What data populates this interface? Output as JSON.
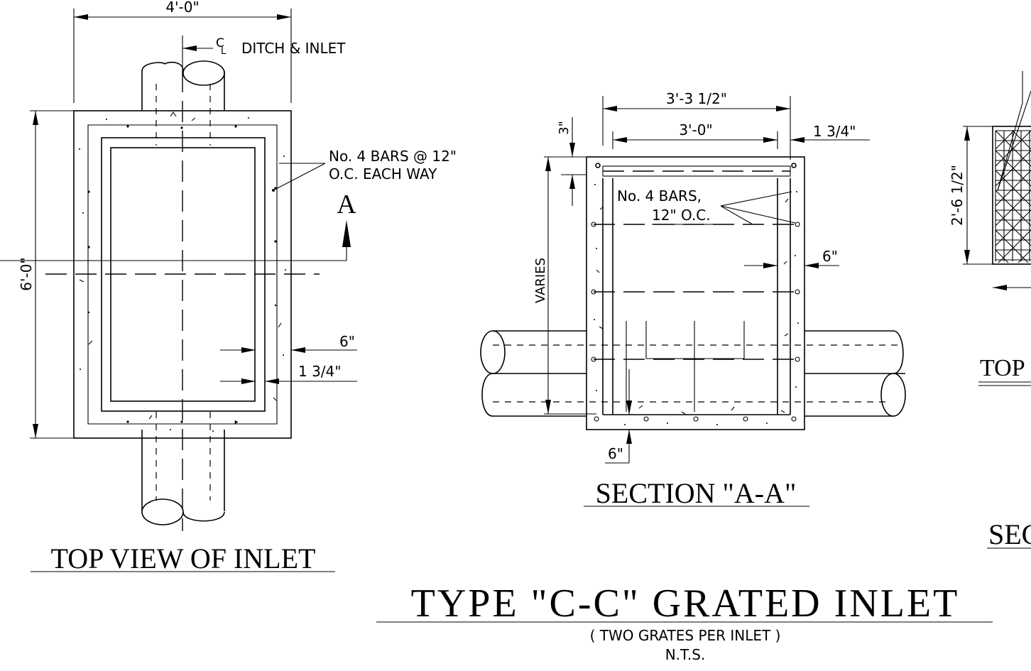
{
  "drawing_title": "TYPE \"C-C\" GRATED INLET",
  "subtitle": "( TWO GRATES PER INLET )",
  "scale_note": "N.T.S.",
  "top_view": {
    "title": "TOP VIEW OF INLET",
    "dim_width": "4'-0\"",
    "dim_length": "6'-0\"",
    "centerline_symbol": "C",
    "centerline_symbol_sub": "L",
    "centerline_label": "DITCH & INLET",
    "rebar_note_line1": "No. 4 BARS @ 12\"",
    "rebar_note_line2": "O.C. EACH WAY",
    "section_marker": "A",
    "dim_wall": "6\"",
    "dim_ledge": "1 3/4\""
  },
  "section_aa": {
    "title": "SECTION \"A-A\"",
    "dim_outer": "3'-3 1/2\"",
    "dim_inner": "3'-0\"",
    "dim_ledge": "1 3/4\"",
    "dim_grate": "3\"",
    "rebar_note_line1": "No. 4 BARS,",
    "rebar_note_line2": "12\" O.C.",
    "dim_wall": "6\"",
    "depth_label": "VARIES",
    "dim_floor": "6\""
  },
  "right_panel": {
    "dim_grate_width": "2'-6 1/2\"",
    "title_partial": "TOP",
    "section_partial": "SEC"
  }
}
